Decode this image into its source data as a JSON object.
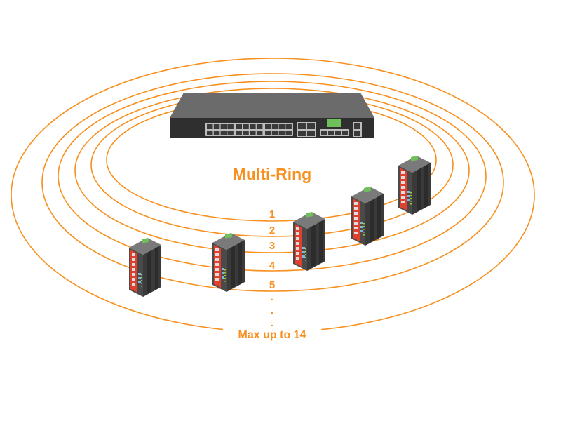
{
  "diagram": {
    "title": "Multi-Ring",
    "accent_color": "#f7901e",
    "ring_labels": [
      "1",
      "2",
      "3",
      "4",
      "5"
    ],
    "ellipsis_dots": [
      ".",
      ".",
      "."
    ],
    "max_label": "Max up to 14",
    "core_switch": {
      "name": "rackmount-core-switch",
      "port_groups": [
        "rj45-ports-24",
        "rj45-uplink-ports-4",
        "sfp-ports-4",
        "console-ports-2"
      ]
    },
    "edge_switches": [
      {
        "name": "industrial-switch-1"
      },
      {
        "name": "industrial-switch-2"
      },
      {
        "name": "industrial-switch-3"
      },
      {
        "name": "industrial-switch-4"
      },
      {
        "name": "industrial-switch-5"
      }
    ]
  }
}
